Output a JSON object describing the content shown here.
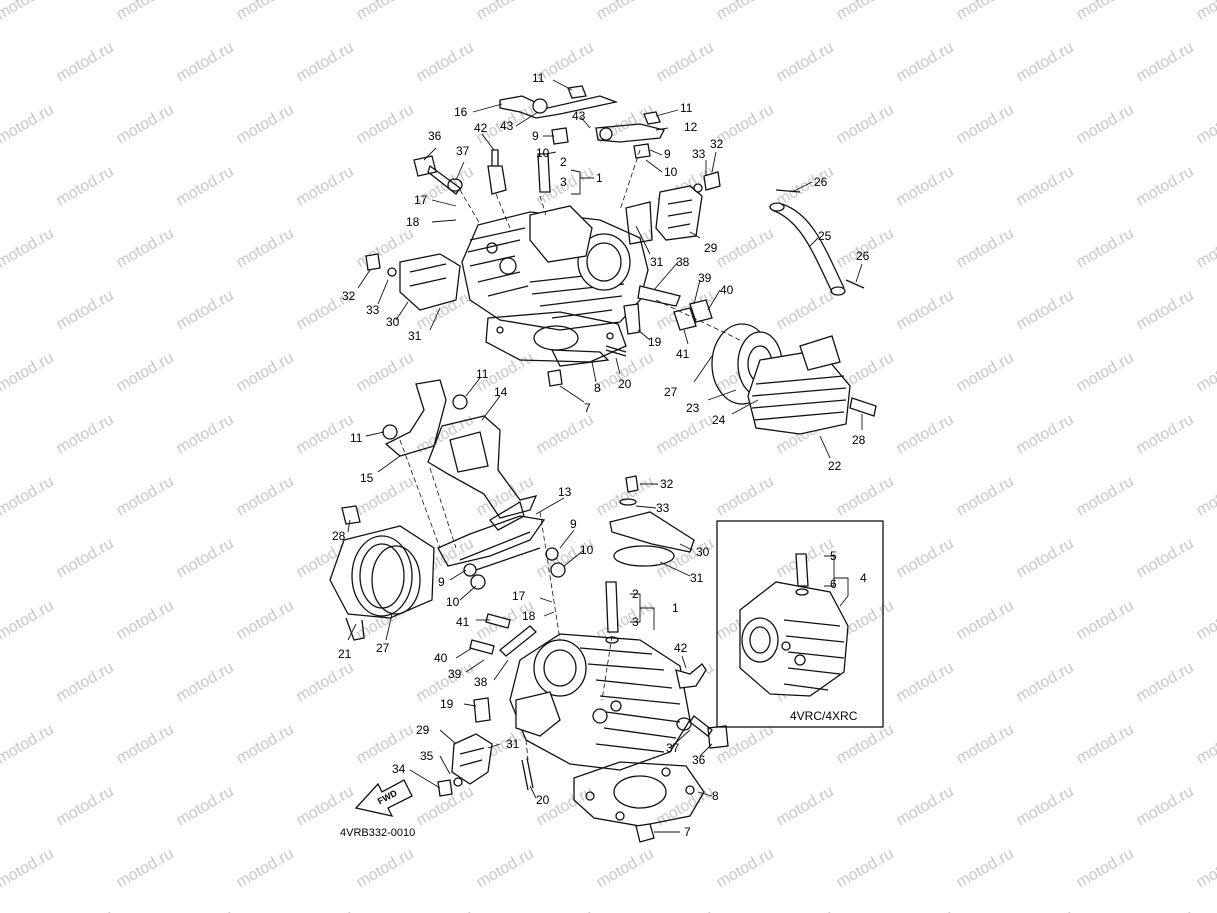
{
  "watermark": "motod.ru",
  "diagram_code": "4VRB332-0010",
  "inset_label": "4VRC/4XRC",
  "fwd_label": "FWD",
  "callouts": [
    {
      "id": "c11a",
      "text": "11"
    },
    {
      "id": "c16",
      "text": "16"
    },
    {
      "id": "c43a",
      "text": "43"
    },
    {
      "id": "c43b",
      "text": "43"
    },
    {
      "id": "c11b",
      "text": "11"
    },
    {
      "id": "c12",
      "text": "12"
    },
    {
      "id": "c9a",
      "text": "9"
    },
    {
      "id": "c9b",
      "text": "9"
    },
    {
      "id": "c10a",
      "text": "10"
    },
    {
      "id": "c10b",
      "text": "10"
    },
    {
      "id": "c36a",
      "text": "36"
    },
    {
      "id": "c42a",
      "text": "42"
    },
    {
      "id": "c37a",
      "text": "37"
    },
    {
      "id": "c2a",
      "text": "2"
    },
    {
      "id": "c3a",
      "text": "3"
    },
    {
      "id": "c1a",
      "text": "1"
    },
    {
      "id": "c33a",
      "text": "33"
    },
    {
      "id": "c32a",
      "text": "32"
    },
    {
      "id": "c26a",
      "text": "26"
    },
    {
      "id": "c17a",
      "text": "17"
    },
    {
      "id": "c18a",
      "text": "18"
    },
    {
      "id": "c29a",
      "text": "29"
    },
    {
      "id": "c25",
      "text": "25"
    },
    {
      "id": "c31a",
      "text": "31"
    },
    {
      "id": "c38a",
      "text": "38"
    },
    {
      "id": "c26b",
      "text": "26"
    },
    {
      "id": "c39a",
      "text": "39"
    },
    {
      "id": "c40a",
      "text": "40"
    },
    {
      "id": "c32b",
      "text": "32"
    },
    {
      "id": "c33b",
      "text": "33"
    },
    {
      "id": "c30a",
      "text": "30"
    },
    {
      "id": "c31b",
      "text": "31"
    },
    {
      "id": "c19a",
      "text": "19"
    },
    {
      "id": "c41a",
      "text": "41"
    },
    {
      "id": "c20a",
      "text": "20"
    },
    {
      "id": "c8a",
      "text": "8"
    },
    {
      "id": "c27a",
      "text": "27"
    },
    {
      "id": "c7a",
      "text": "7"
    },
    {
      "id": "c23",
      "text": "23"
    },
    {
      "id": "c24",
      "text": "24"
    },
    {
      "id": "c28a",
      "text": "28"
    },
    {
      "id": "c22",
      "text": "22"
    },
    {
      "id": "c11c",
      "text": "11"
    },
    {
      "id": "c14",
      "text": "14"
    },
    {
      "id": "c11d",
      "text": "11"
    },
    {
      "id": "c15",
      "text": "15"
    },
    {
      "id": "c32c",
      "text": "32"
    },
    {
      "id": "c13",
      "text": "13"
    },
    {
      "id": "c33c",
      "text": "33"
    },
    {
      "id": "c28b",
      "text": "28"
    },
    {
      "id": "c9c",
      "text": "9"
    },
    {
      "id": "c10c",
      "text": "10"
    },
    {
      "id": "c30b",
      "text": "30"
    },
    {
      "id": "c31c",
      "text": "31"
    },
    {
      "id": "c9d",
      "text": "9"
    },
    {
      "id": "c10d",
      "text": "10"
    },
    {
      "id": "c5",
      "text": "5"
    },
    {
      "id": "c6",
      "text": "6"
    },
    {
      "id": "c4",
      "text": "4"
    },
    {
      "id": "c17b",
      "text": "17"
    },
    {
      "id": "c2b",
      "text": "2"
    },
    {
      "id": "c18b",
      "text": "18"
    },
    {
      "id": "c1b",
      "text": "1"
    },
    {
      "id": "c3b",
      "text": "3"
    },
    {
      "id": "c41b",
      "text": "41"
    },
    {
      "id": "c21",
      "text": "21"
    },
    {
      "id": "c27b",
      "text": "27"
    },
    {
      "id": "c40b",
      "text": "40"
    },
    {
      "id": "c39b",
      "text": "39"
    },
    {
      "id": "c42b",
      "text": "42"
    },
    {
      "id": "c38b",
      "text": "38"
    },
    {
      "id": "c19b",
      "text": "19"
    },
    {
      "id": "c29b",
      "text": "29"
    },
    {
      "id": "c31d",
      "text": "31"
    },
    {
      "id": "c37b",
      "text": "37"
    },
    {
      "id": "c35",
      "text": "35"
    },
    {
      "id": "c36b",
      "text": "36"
    },
    {
      "id": "c34",
      "text": "34"
    },
    {
      "id": "c20b",
      "text": "20"
    },
    {
      "id": "c8b",
      "text": "8"
    },
    {
      "id": "c7b",
      "text": "7"
    }
  ]
}
